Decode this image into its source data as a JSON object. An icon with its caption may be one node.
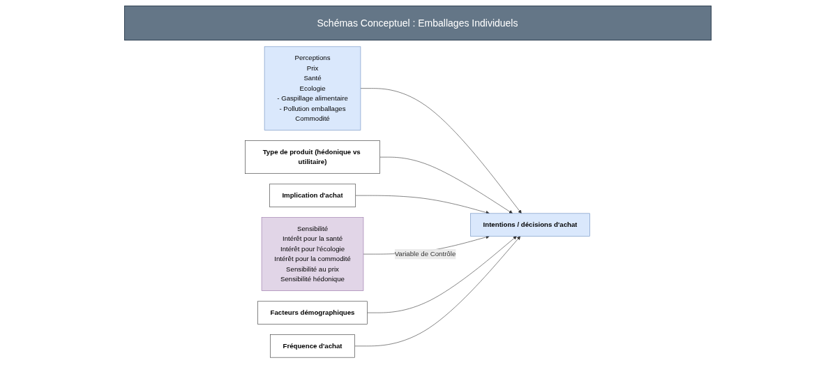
{
  "diagram": {
    "title": "Schémas Conceptuel : Emballages Individuels",
    "nodes": [
      {
        "text": [
          "Type de produit (hédonique vs utilitaire)"
        ]
      },
      {
        "text": [
          "Implication d'achat"
        ]
      },
      {
        "text": [
          "Perceptions",
          "Prix",
          "Santé",
          "Ecologie",
          "- Gaspillage alimentaire",
          "- Pollution emballages",
          "Commodité"
        ]
      },
      {
        "text": [
          "Intentions / décisions d'achat"
        ]
      },
      {
        "text": [
          "Sensibilité",
          "Intérêt pour la santé",
          "Intérêt pour l'écologie",
          "Intérêt pour la commodité",
          "Sensibilité au prix",
          "Sensibilité hédonique"
        ]
      },
      {
        "text": [
          "Facteurs démographiques"
        ]
      },
      {
        "text": [
          "Fréquence d'achat"
        ]
      }
    ],
    "edges": [
      {
        "from": 2,
        "to": 3,
        "arrow": "to"
      },
      {
        "from": 0,
        "to": 3,
        "arrow": "to"
      },
      {
        "from": 1,
        "to": 3,
        "arrow": "to"
      },
      {
        "from": 4,
        "to": 3,
        "arrow": "to",
        "label": "Variable de Contrôle"
      },
      {
        "from": 5,
        "to": 3,
        "arrow": "to"
      },
      {
        "from": 6,
        "to": 3,
        "arrow": "to"
      }
    ]
  }
}
